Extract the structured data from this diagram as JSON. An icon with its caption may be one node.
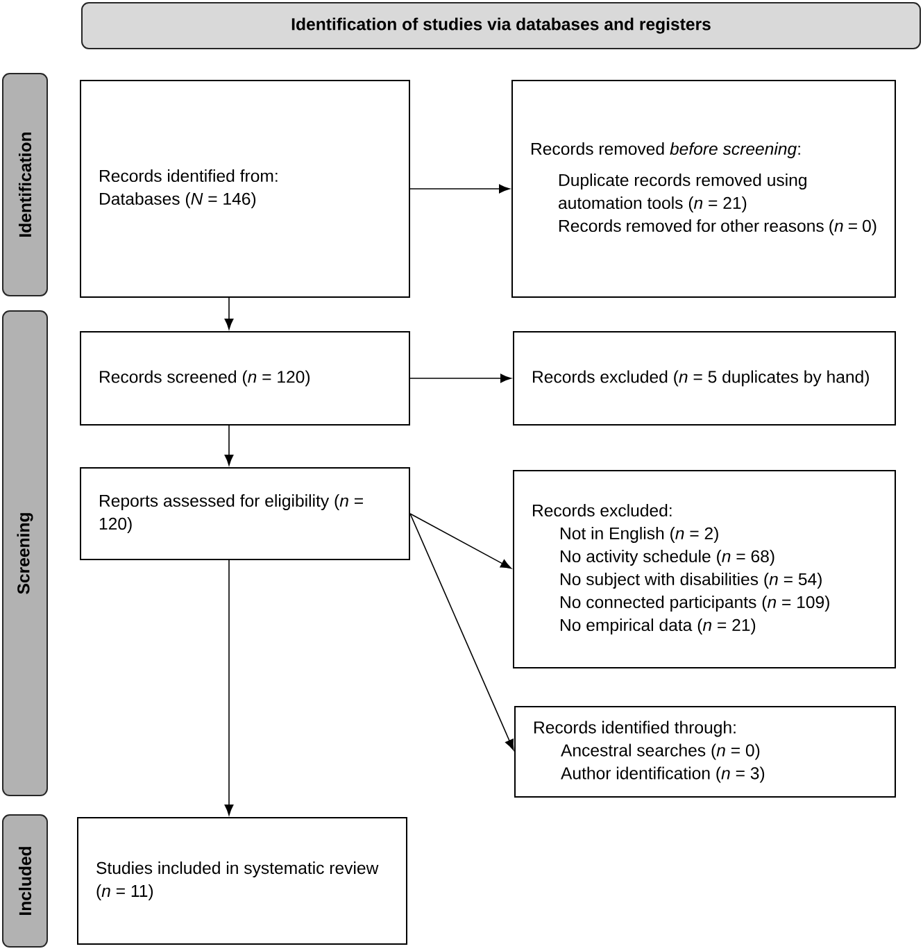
{
  "diagram": {
    "nodes": [
      {
        "text": [
          "Identification of studies via databases and registers"
        ]
      },
      {
        "text": [
          "Identification"
        ]
      },
      {
        "text": [
          "Screening"
        ]
      },
      {
        "text": [
          "Included"
        ]
      },
      {
        "text": [
          "Records identified from:",
          "Databases (*N* = 146)"
        ]
      },
      {
        "text": [
          "Records removed *before screening*:",
          "Duplicate records removed using automation tools (*n* = 21)",
          "Records removed for other reasons (*n* = 0)"
        ]
      },
      {
        "text": [
          "Records screened (*n* = 120)"
        ]
      },
      {
        "text": [
          "Records excluded (*n* = 5 duplicates by hand)"
        ]
      },
      {
        "text": [
          "Reports assessed for eligibility (*n* = 120)"
        ]
      },
      {
        "text": [
          "Records excluded:",
          "Not in English (*n* = 2)",
          "No activity schedule (*n* = 68)",
          "No subject with disabilities (*n* = 54)",
          "No connected participants (*n* = 109)",
          "No empirical data (*n* = 21)"
        ]
      },
      {
        "text": [
          "Records identified through:",
          "Ancestral searches (*n* = 0)",
          "Author identification (*n* = 3)"
        ]
      },
      {
        "text": [
          "Studies included in systematic review (*n* = 11)"
        ]
      }
    ],
    "edges": [
      {
        "from": 4,
        "to": 5,
        "arrow": "to"
      },
      {
        "from": 4,
        "to": 6,
        "arrow": "to"
      },
      {
        "from": 6,
        "to": 7,
        "arrow": "to"
      },
      {
        "from": 6,
        "to": 8,
        "arrow": "to"
      },
      {
        "from": 8,
        "to": 9,
        "arrow": "to"
      },
      {
        "from": 8,
        "to": 10,
        "arrow": "to"
      },
      {
        "from": 8,
        "to": 11,
        "arrow": "to"
      }
    ]
  }
}
